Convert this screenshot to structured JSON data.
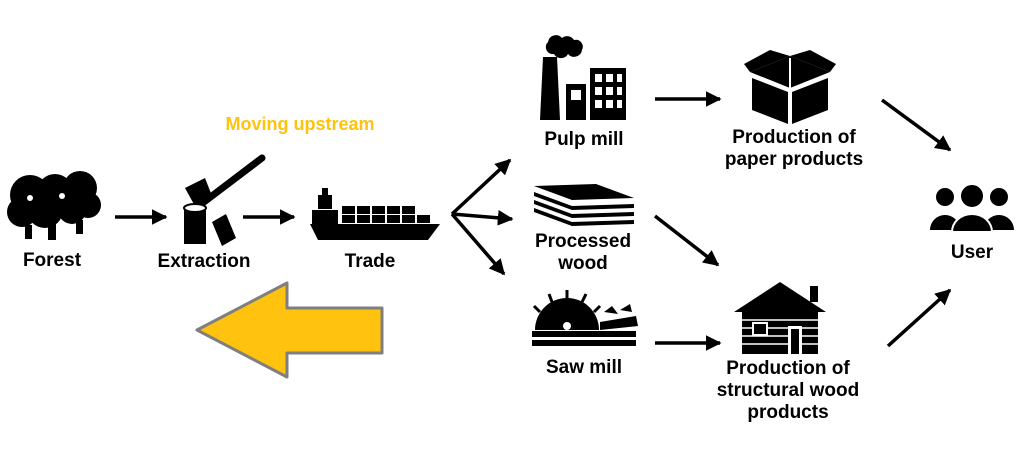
{
  "colors": {
    "icon": "#000000",
    "accent": "#FFC20E",
    "accent_stroke": "#7F7F7F",
    "background": "#FFFFFF"
  },
  "annotation": {
    "text": "Moving upstream"
  },
  "nodes": {
    "forest": {
      "label": "Forest",
      "icon": "trees-icon"
    },
    "extraction": {
      "label": "Extraction",
      "icon": "axe-stump-icon"
    },
    "trade": {
      "label": "Trade",
      "icon": "cargo-ship-icon"
    },
    "pulp_mill": {
      "label": "Pulp mill",
      "icon": "factory-icon"
    },
    "processed_wood": {
      "line1": "Processed",
      "line2": "wood",
      "icon": "wood-stack-icon"
    },
    "saw_mill": {
      "label": "Saw mill",
      "icon": "saw-blade-icon"
    },
    "paper_products": {
      "line1": "Production of",
      "line2": "paper products",
      "icon": "box-icon"
    },
    "structural_products": {
      "line1": "Production of",
      "line2": "structural wood",
      "line3": "products",
      "icon": "log-cabin-icon"
    },
    "user": {
      "label": "User",
      "icon": "users-icon"
    }
  }
}
